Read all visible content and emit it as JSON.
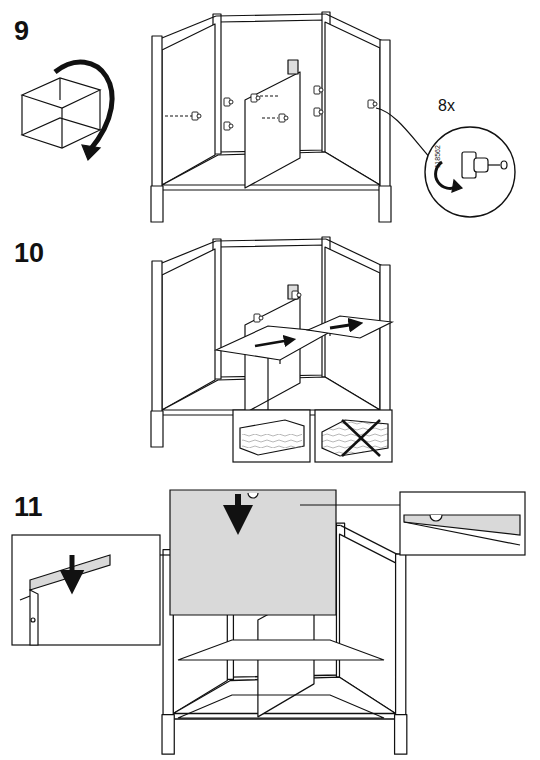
{
  "diagram": {
    "labels": [
      "9",
      "8x",
      "118562",
      "10",
      "11"
    ]
  }
}
